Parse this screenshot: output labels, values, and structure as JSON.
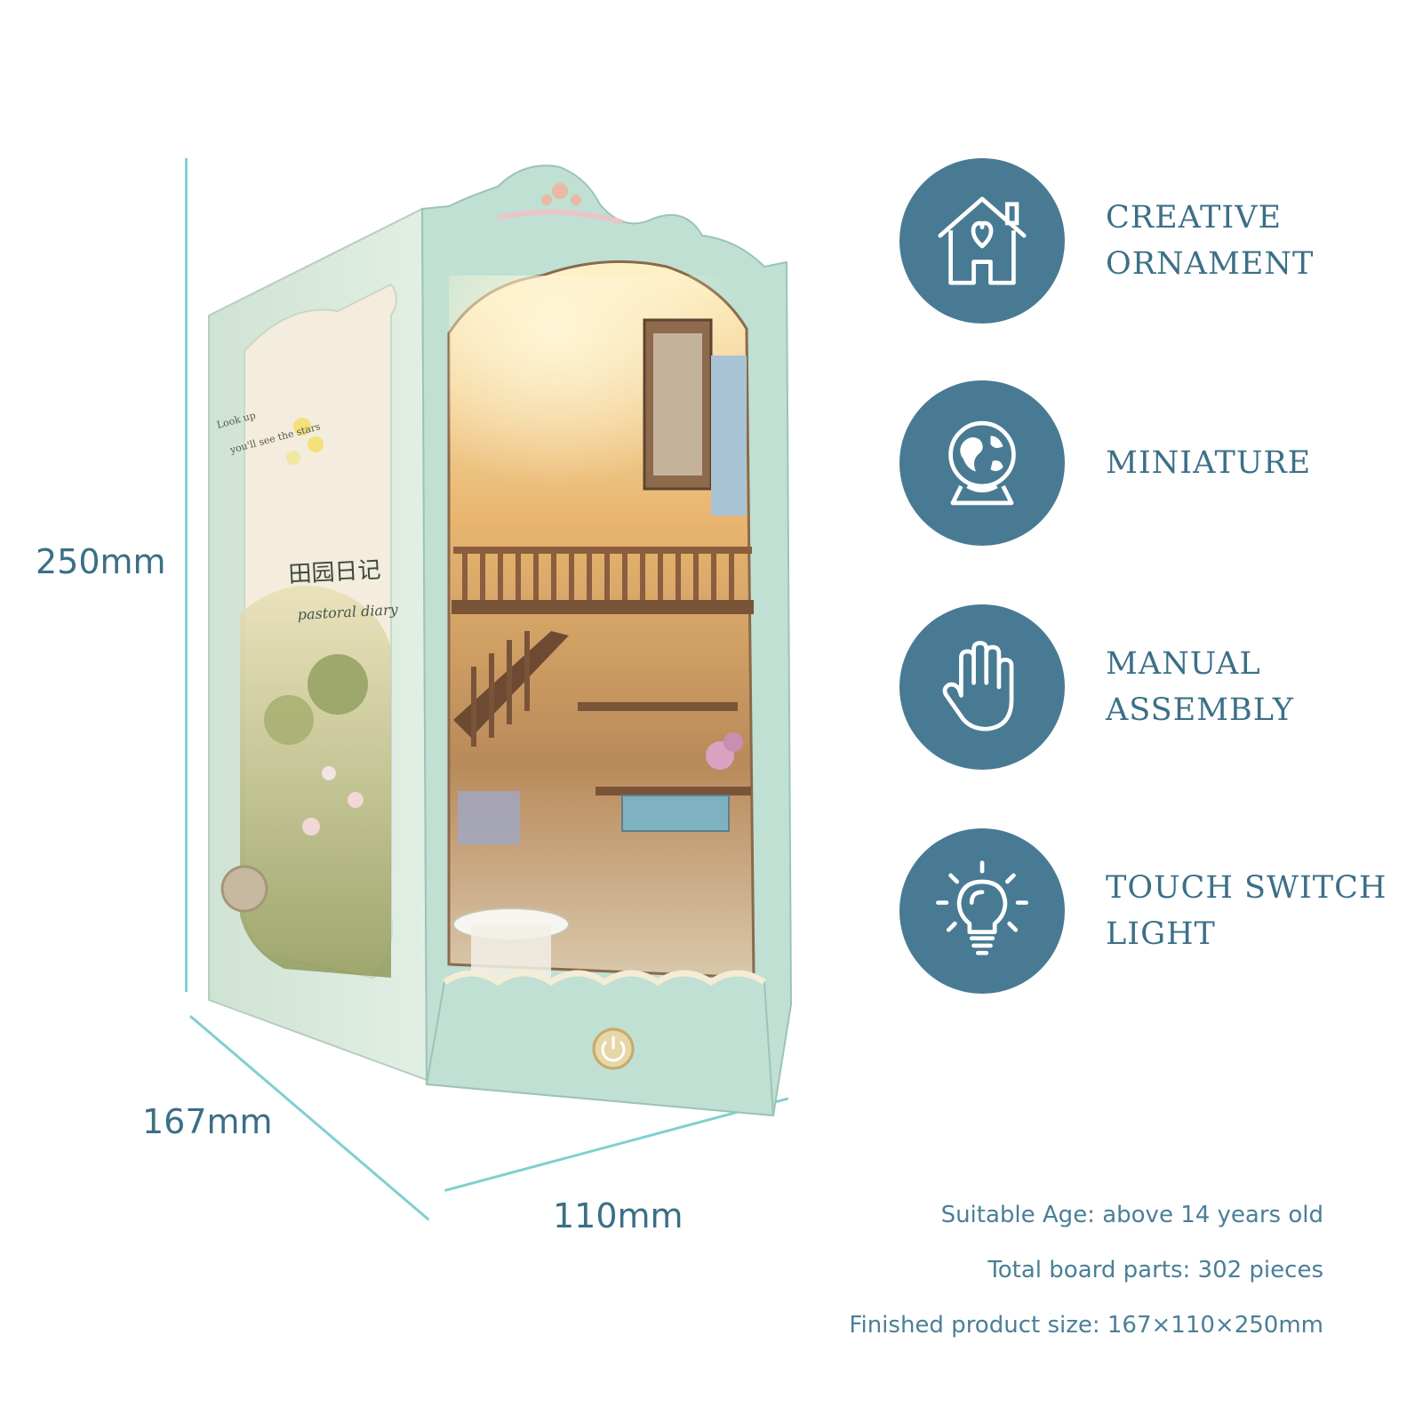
{
  "dimensions": {
    "height_label": "250mm",
    "depth_label": "167mm",
    "width_label": "110mm"
  },
  "product": {
    "cover_badge_line1": "Look up",
    "cover_badge_line2": "you'll see the stars",
    "cover_title_cn": "田园日记",
    "cover_title_en": "pastoral diary"
  },
  "features": [
    {
      "icon": "house-heart-icon",
      "line1": "CREATIVE",
      "line2": "ORNAMENT"
    },
    {
      "icon": "globe-icon",
      "line1": "MINIATURE",
      "line2": ""
    },
    {
      "icon": "hand-icon",
      "line1": "MANUAL",
      "line2": "ASSEMBLY"
    },
    {
      "icon": "lightbulb-icon",
      "line1": "TOUCH SWITCH",
      "line2": "LIGHT"
    }
  ],
  "specs": {
    "age": "Suitable Age: above 14 years old",
    "parts": "Total board parts: 302 pieces",
    "size": "Finished product size: 167×110×250mm"
  },
  "colors": {
    "dimension_line": "#7fd0d0",
    "text": "#3a6f86",
    "icon_circle": "#487a94"
  }
}
